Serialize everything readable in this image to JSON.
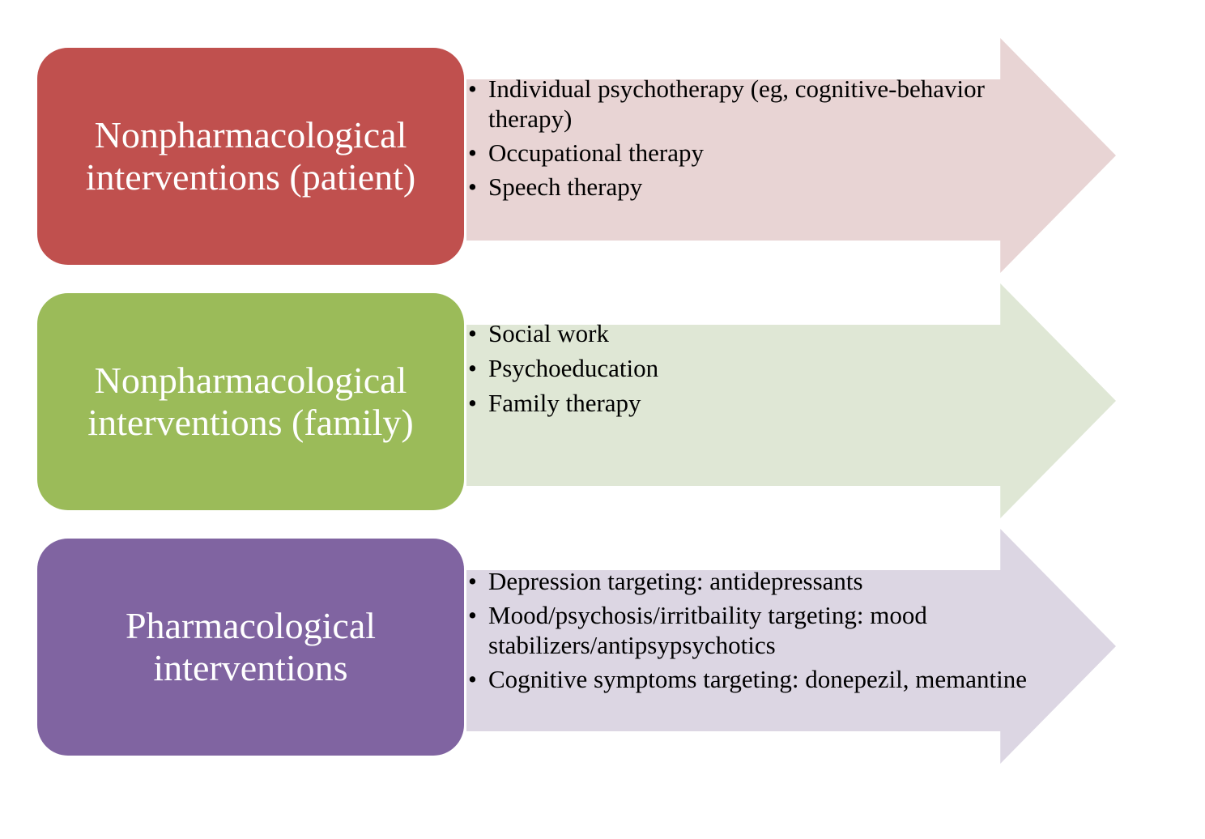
{
  "diagram": {
    "rows": [
      {
        "title": "Nonpharmacological interventions (patient)",
        "color": "#c0504e",
        "arrow_color": "#e8d4d4",
        "items": [
          "Individual psychotherapy (eg, cognitive-behavior therapy)",
          "Occupational therapy",
          "Speech therapy"
        ]
      },
      {
        "title": "Nonpharmacological interventions (family)",
        "color": "#9bbb59",
        "arrow_color": "#dfe7d5",
        "items": [
          "Social work",
          "Psychoeducation",
          "Family therapy"
        ]
      },
      {
        "title": "Pharmacological interventions",
        "color": "#8064a1",
        "arrow_color": "#dcd6e3",
        "items": [
          "Depression targeting: antidepressants",
          "Mood/psychosis/irritbaility targeting: mood stabilizers/antipsypsychotics",
          "Cognitive symptoms targeting: donepezil, memantine"
        ]
      }
    ],
    "bullet_glyph": "•"
  }
}
